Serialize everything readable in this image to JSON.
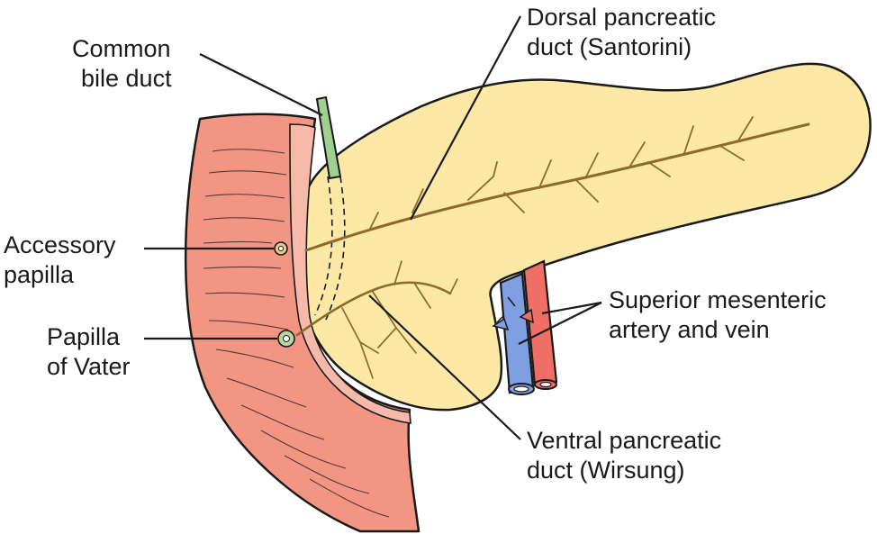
{
  "labels": {
    "common_bile_duct": [
      "Common",
      "bile duct"
    ],
    "dorsal_duct": [
      "Dorsal pancreatic",
      "duct (Santorini)"
    ],
    "accessory_papilla": [
      "Accessory",
      "papilla"
    ],
    "papilla_of_vater": [
      "Papilla",
      "of Vater"
    ],
    "sma_vein": [
      "Superior mesenteric",
      "artery and vein"
    ],
    "ventral_duct": [
      "Ventral pancreatic",
      "duct (Wirsung)"
    ]
  },
  "colors": {
    "pancreas": "#fde8a6",
    "duodenum_wall": "#f29683",
    "duodenum_lining": "#f6b9aa",
    "bile_duct": "#9fd08f",
    "artery": "#ef6f67",
    "vein": "#7f9fe0",
    "outline": "#1a1a1a"
  }
}
